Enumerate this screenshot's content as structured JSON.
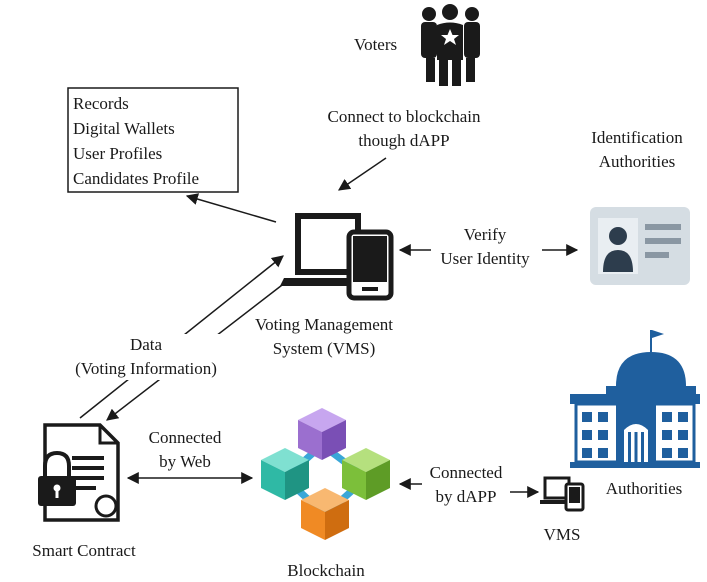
{
  "nodes": {
    "voters": {
      "label": "Voters"
    },
    "records_box": {
      "items": [
        "Records",
        "Digital Wallets",
        "User Profiles",
        "Candidates Profile"
      ]
    },
    "vms_main": {
      "label_lines": [
        "Voting Management",
        "System (VMS)"
      ]
    },
    "identification": {
      "label_lines": [
        "Identification",
        "Authorities"
      ]
    },
    "smart_contract": {
      "label": "Smart Contract"
    },
    "blockchain": {
      "label": "Blockchain"
    },
    "authorities": {
      "label": "Authorities"
    },
    "vms_small": {
      "label": "VMS"
    }
  },
  "edges": {
    "voters_to_vms": {
      "label_lines": [
        "Connect to blockchain",
        "though dAPP"
      ]
    },
    "vms_to_identity": {
      "label_lines": [
        "Verify",
        "User Identity"
      ]
    },
    "contract_vms_data": {
      "label_lines": [
        "Data",
        "(Voting Information)"
      ]
    },
    "contract_blockchain": {
      "label_lines": [
        "Connected",
        "by Web"
      ]
    },
    "blockchain_vms": {
      "label_lines": [
        "Connected",
        "by dAPP"
      ]
    }
  },
  "colors": {
    "ink": "#1a1a1a",
    "building": "#1f5f9e",
    "cube_purple": "#9b6fcf",
    "cube_teal": "#2fb9a5",
    "cube_green": "#7cbf3a",
    "cube_orange": "#f08a24",
    "connector": "#3aa7d8",
    "id_card_bg": "#d5dde3"
  }
}
